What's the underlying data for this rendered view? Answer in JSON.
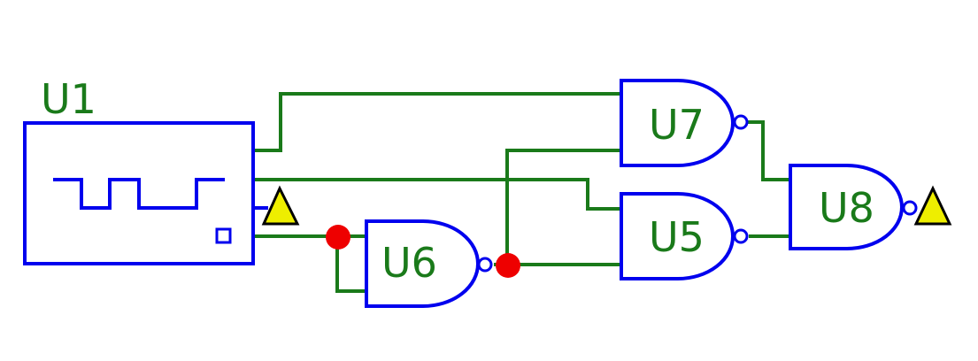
{
  "colors": {
    "background": "#ffffff",
    "component": "#0000ee",
    "wire": "#1a7a1a",
    "label": "#1a7a1a",
    "junction": "#ee0000",
    "probe_fill": "#eeee00",
    "probe_stroke": "#000000"
  },
  "components": {
    "u1": {
      "label": "U1",
      "type": "clock-generator"
    },
    "u5": {
      "label": "U5",
      "type": "nand-gate"
    },
    "u6": {
      "label": "U6",
      "type": "nand-gate"
    },
    "u7": {
      "label": "U7",
      "type": "nand-gate"
    },
    "u8": {
      "label": "U8",
      "type": "nand-gate"
    }
  },
  "markers": {
    "probes": [
      "probe-u1-output",
      "probe-u8-output"
    ],
    "junctions": [
      "junction-u6-inputs",
      "junction-u6-output"
    ]
  }
}
